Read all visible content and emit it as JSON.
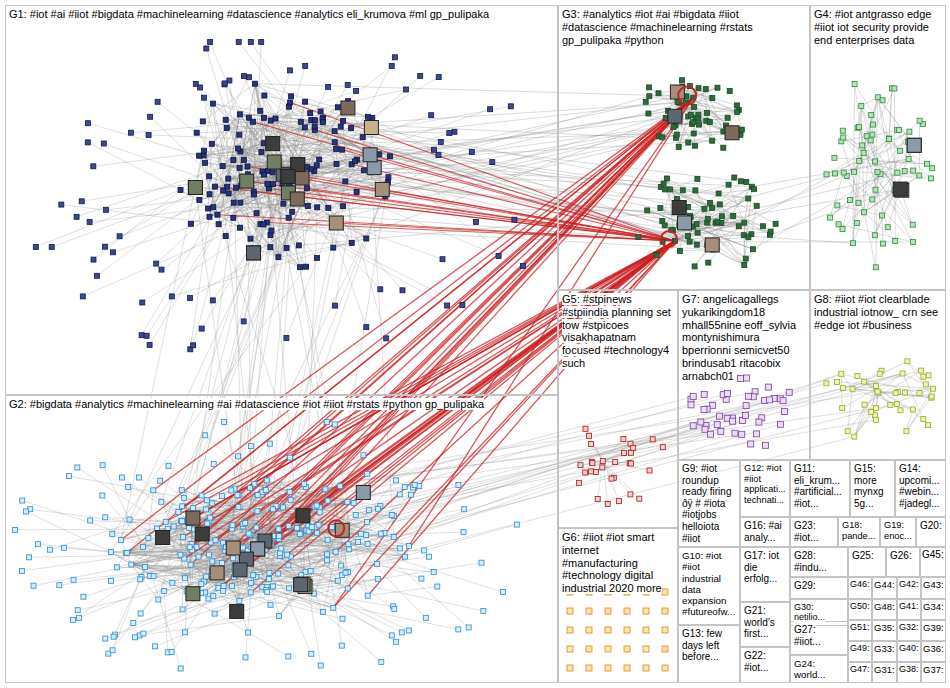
{
  "diagram": {
    "nodes": [
      {
        "text": [
          "G1: #iot #ai #iiot #bigdata #machinelearning #datascience #analytics eli_krumova #ml gp_pulipaka"
        ]
      },
      {
        "text": [
          "G3: #analytics #iot #ai #bigdata #iiot #datascience #machinelearning #rstats gp_pulipaka #python"
        ]
      },
      {
        "text": [
          "G4: #iot antgrasso edge #iiot iot security provide end enterprises data"
        ]
      },
      {
        "text": [
          "G2: #bigdata #analytics #machinelearning #ai #datascience #iot #iiot #rstats #python gp_pulipaka"
        ]
      },
      {
        "text": [
          "G5: #stpinews #stpiindia planning set tow #stpicoes visakhapatnam focused #technology4 such"
        ]
      },
      {
        "text": [
          "G7: angelicagallegs yukarikingdom18 mhall55nine eoff_sylvia montynishimura bperrionni semicvet50 brindusab1 ritacobix arnabch01"
        ]
      },
      {
        "text": [
          "G8: #iiot #iot clearblade industrial iotnow_ crn see #edge iot #business"
        ]
      },
      {
        "text": [
          "G9: #iot roundup ready firing ðÿ # #iota #iotjobs helloiota #iiot"
        ]
      },
      {
        "text": [
          "G12: #iot #iiot applicati... technati..."
        ]
      },
      {
        "text": [
          "G11: eli_krum... #artificial... #iot..."
        ]
      },
      {
        "text": [
          "G15: more mynxg 5g..."
        ]
      },
      {
        "text": [
          "G14: upcomi... #webin... #jadegl..."
        ]
      },
      {
        "text": [
          "G16: #ai analy..."
        ]
      },
      {
        "text": [
          "G23: #iot..."
        ]
      },
      {
        "text": [
          "G18: pande..."
        ]
      },
      {
        "text": [
          "G19: enoc..."
        ]
      },
      {
        "text": [
          "G20:"
        ]
      },
      {
        "text": [
          "G6: #iiot #iot smart internet #manufacturing #technology digital industrial 2020 more"
        ]
      },
      {
        "text": [
          "G10: #iot #iiot industrial data expansion #futureofw..."
        ]
      },
      {
        "text": [
          "G17: iot die erfolg..."
        ]
      },
      {
        "text": [
          "G28: #indu..."
        ]
      },
      {
        "text": [
          "G25:"
        ]
      },
      {
        "text": [
          "G26:"
        ]
      },
      {
        "text": [
          "G45:"
        ]
      },
      {
        "text": [
          "G29:"
        ]
      },
      {
        "text": [
          "G46:"
        ]
      },
      {
        "text": [
          "G44:"
        ]
      },
      {
        "text": [
          "G42:"
        ]
      },
      {
        "text": [
          "G43:"
        ]
      },
      {
        "text": [
          "G21: world's first..."
        ]
      },
      {
        "text": [
          "G30: netilio..."
        ]
      },
      {
        "text": [
          "G50:"
        ]
      },
      {
        "text": [
          "G48:"
        ]
      },
      {
        "text": [
          "G41:"
        ]
      },
      {
        "text": [
          "G34:"
        ]
      },
      {
        "text": [
          "G27: #iiot..."
        ]
      },
      {
        "text": [
          "G51:"
        ]
      },
      {
        "text": [
          "G35:"
        ]
      },
      {
        "text": [
          "G32:"
        ]
      },
      {
        "text": [
          "G39:"
        ]
      },
      {
        "text": [
          "G13: few days left before..."
        ]
      },
      {
        "text": [
          "G49:"
        ]
      },
      {
        "text": [
          "G33:"
        ]
      },
      {
        "text": [
          "G40:"
        ]
      },
      {
        "text": [
          "G36:"
        ]
      },
      {
        "text": [
          "G22: #iot..."
        ]
      },
      {
        "text": [
          "G24: world..."
        ]
      },
      {
        "text": [
          "G47:"
        ]
      },
      {
        "text": [
          "G31:"
        ]
      },
      {
        "text": [
          "G38:"
        ]
      },
      {
        "text": [
          "G37:"
        ]
      }
    ]
  }
}
